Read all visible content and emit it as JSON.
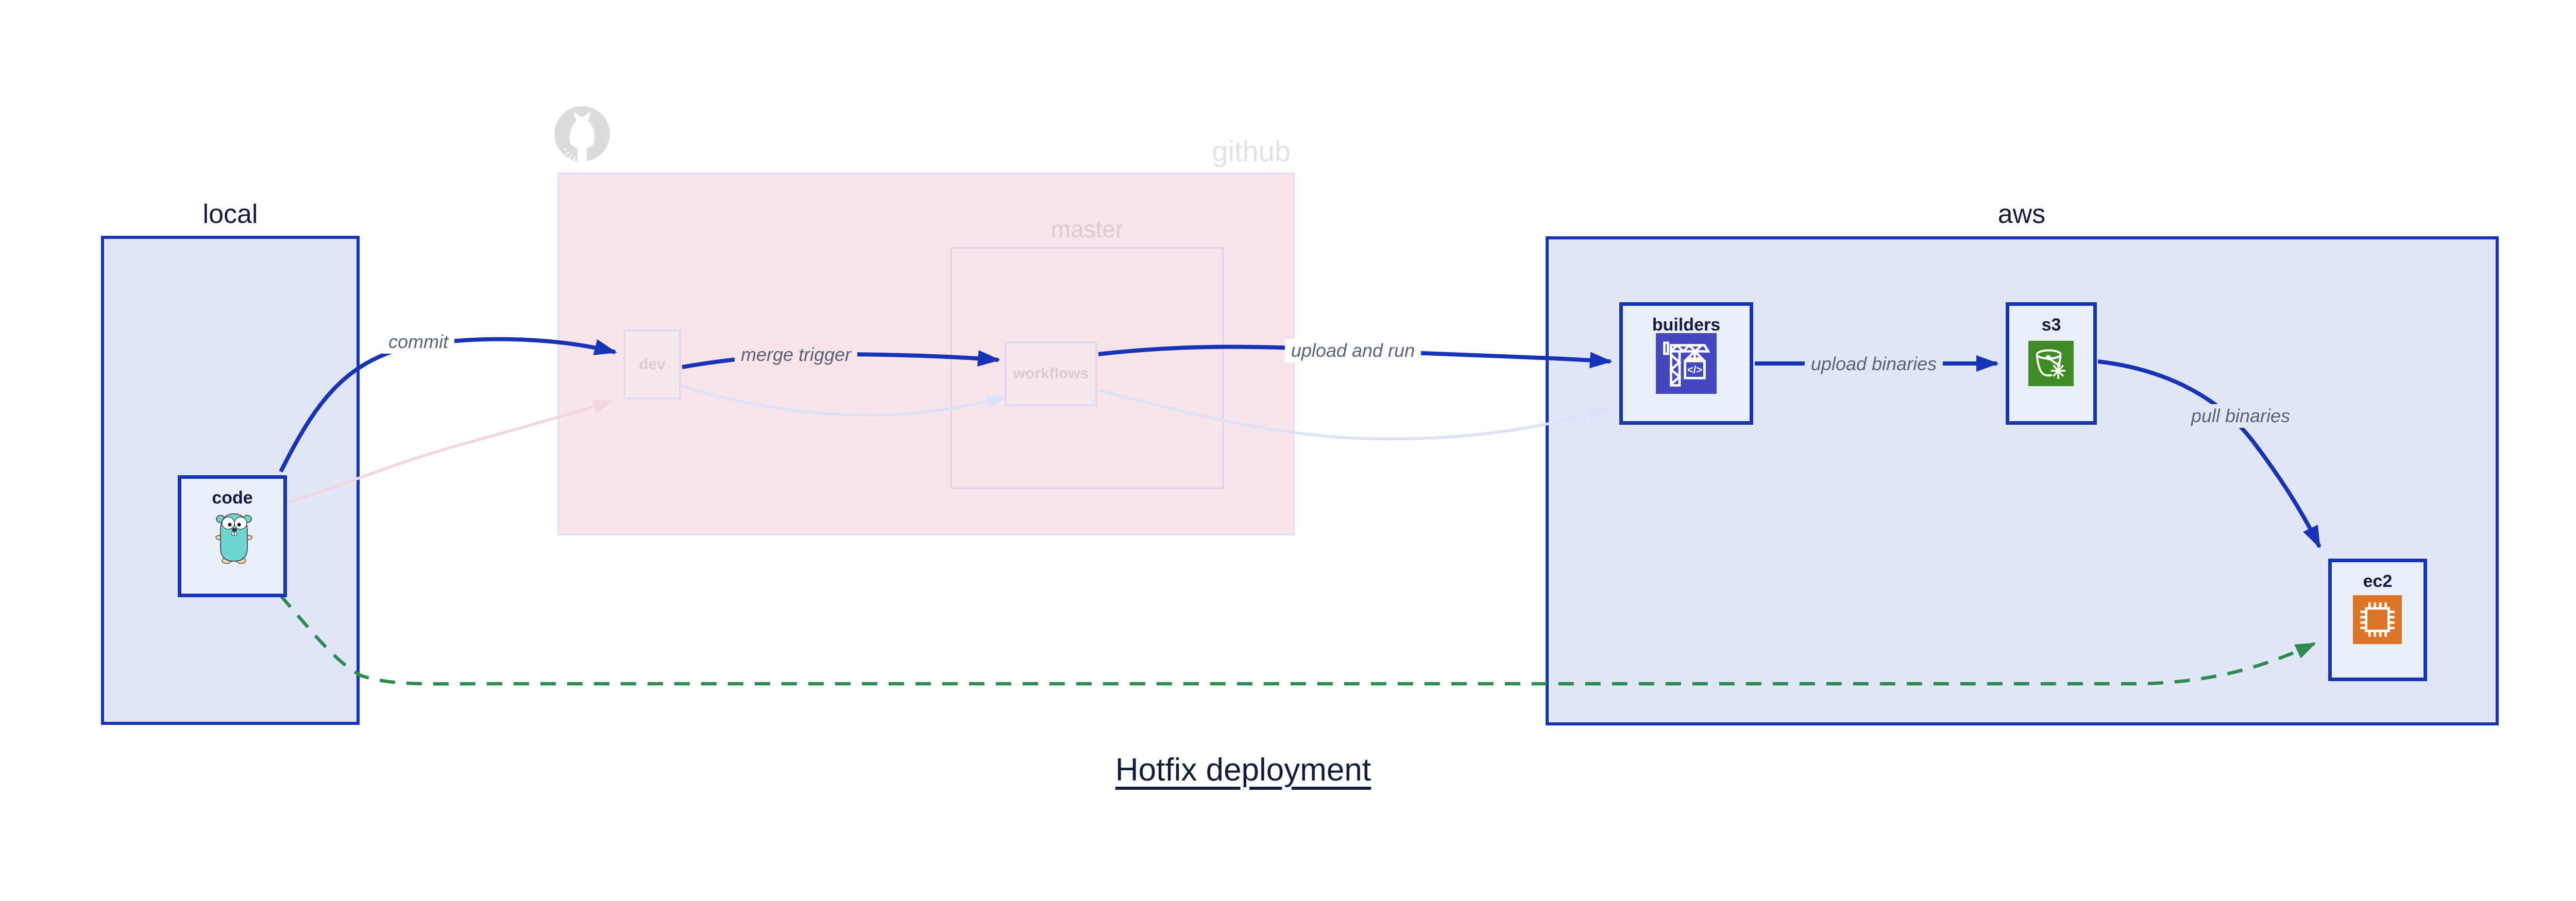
{
  "title": "Hotfix deployment",
  "containers": {
    "local": {
      "label": "local"
    },
    "github": {
      "label": "github"
    },
    "master": {
      "label": "master"
    },
    "aws": {
      "label": "aws"
    }
  },
  "nodes": {
    "code": {
      "label": "code",
      "icon": "go-gopher-icon",
      "state": "active"
    },
    "dev": {
      "label": "dev",
      "state": "faded"
    },
    "workflows": {
      "label": "workflows",
      "state": "faded"
    },
    "builders": {
      "label": "builders",
      "icon": "codebuild-crane-icon",
      "state": "active"
    },
    "s3": {
      "label": "s3",
      "icon": "s3-glacier-bucket-icon",
      "state": "active"
    },
    "ec2": {
      "label": "ec2",
      "icon": "ec2-chip-icon",
      "state": "active"
    }
  },
  "edges": [
    {
      "id": "commit",
      "from": "code",
      "to": "dev",
      "label": "commit",
      "style": "solid-blue"
    },
    {
      "id": "merge-trigger",
      "from": "dev",
      "to": "workflows",
      "label": "merge trigger",
      "style": "solid-blue"
    },
    {
      "id": "upload-and-run",
      "from": "workflows",
      "to": "builders",
      "label": "upload and run",
      "style": "solid-blue"
    },
    {
      "id": "upload-binaries",
      "from": "builders",
      "to": "s3",
      "label": "upload binaries",
      "style": "solid-blue"
    },
    {
      "id": "pull-binaries",
      "from": "s3",
      "to": "ec2",
      "label": "pull binaries",
      "style": "solid-blue"
    },
    {
      "id": "hotfix-path",
      "from": "code",
      "to": "ec2",
      "label": "",
      "style": "dashed-green"
    },
    {
      "id": "commit-faded",
      "from": "code",
      "to": "dev",
      "label": "",
      "style": "faded-pink"
    },
    {
      "id": "merge-faded",
      "from": "dev",
      "to": "workflows",
      "label": "",
      "style": "faded-lavender"
    },
    {
      "id": "run-faded",
      "from": "workflows",
      "to": "builders",
      "label": "",
      "style": "faded-lavender"
    }
  ],
  "icons": {
    "octocat": "github-octocat-icon",
    "gopher": "go-gopher-icon",
    "codebuild": "codebuild-crane-icon",
    "s3glacier": "s3-glacier-bucket-icon",
    "ec2chip": "ec2-chip-icon"
  },
  "colors": {
    "edge_blue": "#1733b8",
    "container_fill": "#e1e7f9",
    "node_fill": "#eaeffc",
    "github_fill": "#f9e4e9",
    "faded_pink_edge": "#f2d6de",
    "faded_lavender_edge": "#dde1f5",
    "green_dashed": "#2e8b50",
    "codebuild_indigo": "#4448c0",
    "s3_green": "#3f8b25",
    "ec2_orange": "#dd7527",
    "text_navy": "#131c3c",
    "edge_label_gray": "#5b6273",
    "octocat_gray": "#dcdcdc"
  }
}
